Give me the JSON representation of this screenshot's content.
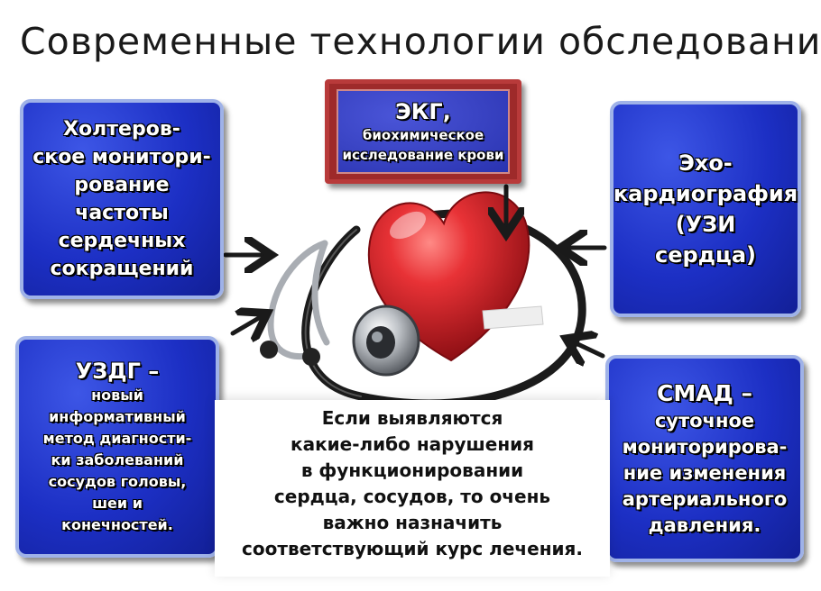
{
  "title": "Современные технологии обследования",
  "holter": {
    "lines": [
      "Холтеров-",
      "ское монитори-",
      "рование",
      "частоты",
      "сердечных",
      "сокращений"
    ]
  },
  "ekg": {
    "heading": "ЭКГ,",
    "lines": [
      "биохимическое",
      "исследование крови"
    ]
  },
  "echo": {
    "lines": [
      "Эхо-",
      "кардиография",
      "(УЗИ",
      "сердца)"
    ]
  },
  "uzdg": {
    "heading": "УЗДГ –",
    "lines": [
      "новый",
      "информативный",
      "метод диагности-",
      "ки заболеваний",
      "сосудов головы,",
      "шеи и",
      "конечностей."
    ]
  },
  "smad": {
    "heading": "СМАД –",
    "lines": [
      "суточное",
      "мониторирова-",
      "ние изменения",
      "артериального",
      "давления."
    ]
  },
  "conclusion": {
    "lines": [
      "Если выявляются",
      "какие-либо нарушения",
      "в функционировании",
      "сердца, сосудов, то очень",
      "важно назначить",
      "соответствующий курс лечения."
    ]
  },
  "colors": {
    "box_blue": "#1c2fc4",
    "box_border": "#9fb2e8",
    "ekg_frame": "#9e2a2a",
    "heart_red": "#d8242a",
    "arrow": "#1a1a1a"
  },
  "icons": [
    "heart-icon",
    "stethoscope-icon"
  ]
}
